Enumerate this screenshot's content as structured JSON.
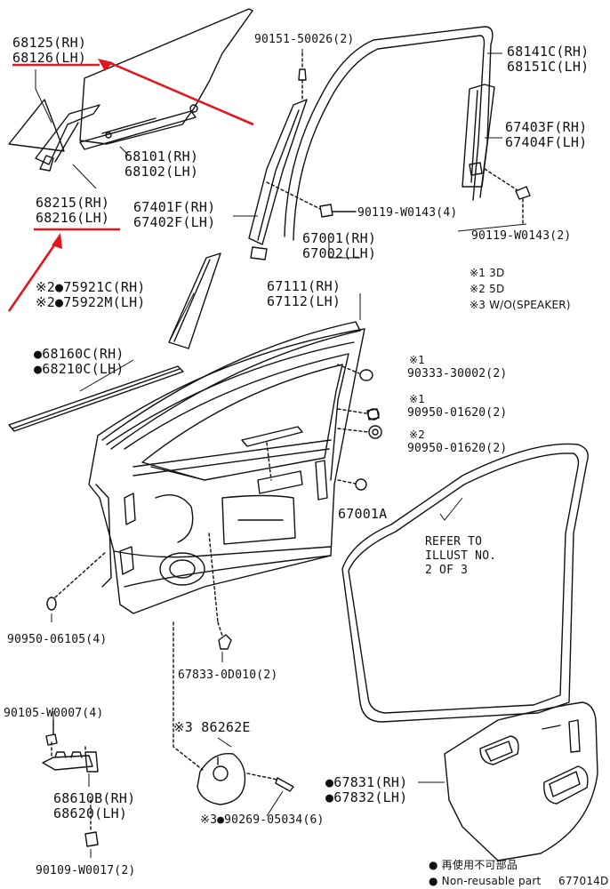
{
  "parts": {
    "p68125": "68125(RH)",
    "p68126": "68126(LH)",
    "p90151": "90151-50026(2)",
    "p68141c": "68141C(RH)",
    "p68151c": "68151C(LH)",
    "p67403f": "67403F(RH)",
    "p67404f": "67404F(LH)",
    "p68101": "68101(RH)",
    "p68102": "68102(LH)",
    "p68215": "68215(RH)",
    "p68216": "68216(LH)",
    "p67401f": "67401F(RH)",
    "p67402f": "67402F(LH)",
    "p90119a": "90119-W0143(4)",
    "p90119b": "90119-W0143(2)",
    "p67001": "67001(RH)",
    "p67002": "67002(LH)",
    "p75921c": "※2●75921C(RH)",
    "p75922m": "※2●75922M(LH)",
    "p67111": "67111(RH)",
    "p67112": "67112(LH)",
    "p68160c": "●68160C(RH)",
    "p68210c": "●68210C(LH)",
    "p90333_note": "※1",
    "p90333": "90333-30002(2)",
    "p90950a_note": "※1",
    "p90950a": "90950-01620(2)",
    "p90950b_note": "※2",
    "p90950b": "90950-01620(2)",
    "p67001a": "67001A",
    "p90950c": "90950-06105(4)",
    "p67833": "67833-0D010(2)",
    "p90105": "90105-W0007(4)",
    "p86262e": "※3 86262E",
    "p68610b": "68610B(RH)",
    "p68620": "68620(LH)",
    "p67831": "●67831(RH)",
    "p67832": "●67832(LH)",
    "p90269": "※3●90269-05034(6)",
    "p90109": "90109-W0017(2)"
  },
  "notes": {
    "n1": "※1 3D",
    "n2": "※2 5D",
    "n3": "※3 W/O(SPEAKER)"
  },
  "refer": {
    "line1": "REFER TO",
    "line2": "ILLUST NO.",
    "line3": "2 OF 3"
  },
  "legend": {
    "jp": "● 再使用不可部品",
    "en": "● Non-reusable part"
  },
  "figure_id": "677014D",
  "colors": {
    "annotation_red": "#e3161b",
    "line": "#111111"
  }
}
